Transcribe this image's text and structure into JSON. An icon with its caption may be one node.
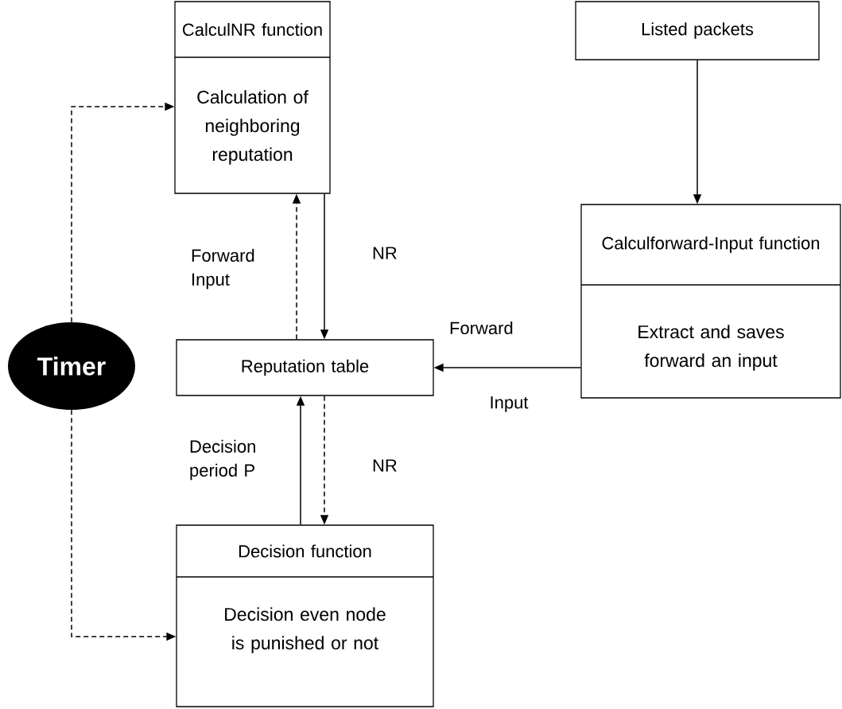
{
  "diagram": {
    "nodes": [
      {
        "text": [
          "CalculNR function",
          "Calculation of neighboring reputation"
        ]
      },
      {
        "text": [
          "Listed packets"
        ]
      },
      {
        "text": [
          "Calculforward-Input function",
          "Extract and saves forward an input"
        ]
      },
      {
        "text": [
          "Reputation table"
        ]
      },
      {
        "text": [
          "Decision function",
          "Decision even node is punished or not"
        ]
      },
      {
        "text": [
          "Timer"
        ]
      }
    ],
    "edges": [
      {
        "from": 5,
        "to": 0,
        "arrow": "to",
        "style": "dashed"
      },
      {
        "from": 5,
        "to": 4,
        "arrow": "to",
        "style": "dashed"
      },
      {
        "from": 1,
        "to": 2,
        "arrow": "to"
      },
      {
        "from": 2,
        "to": 3,
        "arrow": "to",
        "label": "Forward"
      },
      {
        "from": 3,
        "to": 0,
        "arrow": "to",
        "style": "dashed",
        "label": "Forward Input"
      },
      {
        "from": 0,
        "to": 3,
        "arrow": "to",
        "label": "NR"
      },
      {
        "from": 4,
        "to": 3,
        "arrow": "to",
        "label": "Decision period P"
      },
      {
        "from": 3,
        "to": 4,
        "arrow": "to",
        "style": "dashed",
        "label": "NR"
      }
    ],
    "labels": [
      "Input"
    ]
  }
}
